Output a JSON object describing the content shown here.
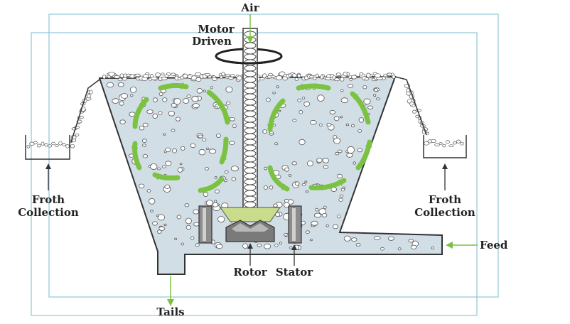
{
  "labels": {
    "air": "Air",
    "motor_line1": "Motor",
    "motor_line2": "Driven",
    "froth_left_line1": "Froth",
    "froth_left_line2": "Collection",
    "froth_right_line1": "Froth",
    "froth_right_line2": "Collection",
    "rotor": "Rotor",
    "stator": "Stator",
    "feed": "Feed",
    "tails": "Tails"
  },
  "colors": {
    "frame": "#8ec6d8",
    "slurry": "#d2dee6",
    "outline": "#333333",
    "flow_arrow": "#7cc242",
    "stator": "#8c8c8c",
    "rotor": "#7a7a7a",
    "impeller_top": "#c8dc8c",
    "annotation_arrow": "#333333"
  }
}
